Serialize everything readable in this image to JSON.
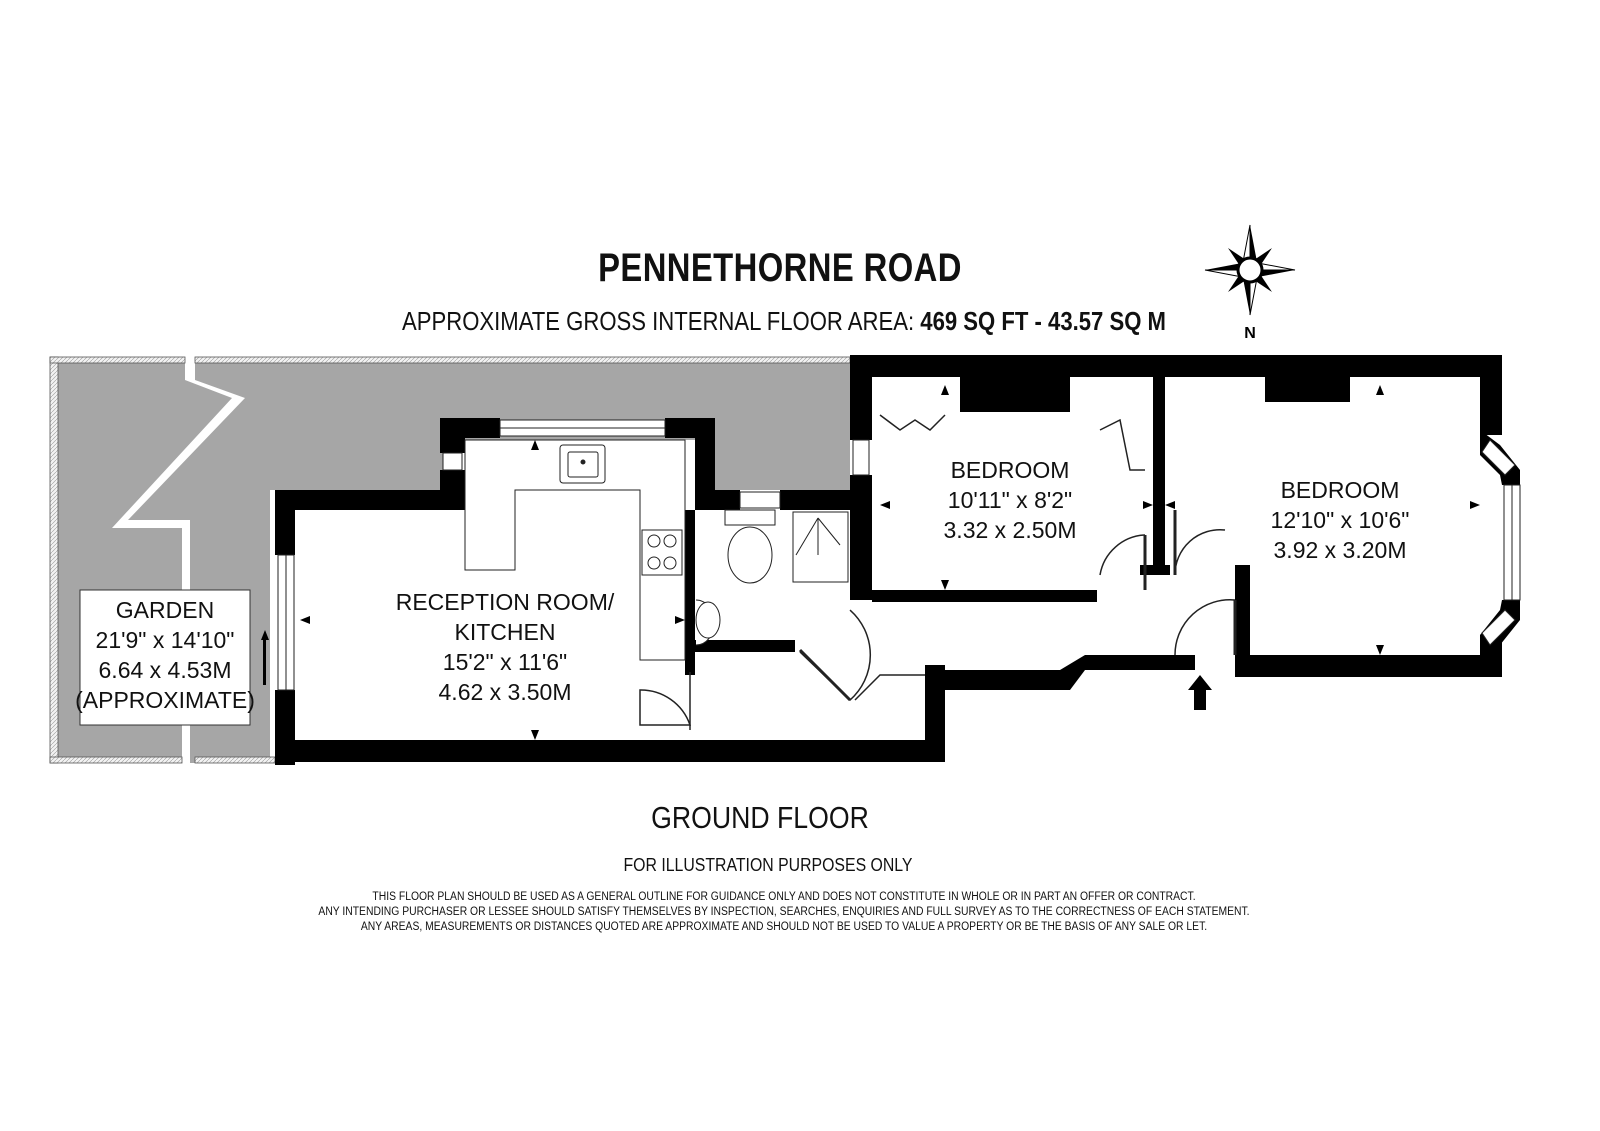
{
  "header": {
    "title": "PENNETHORNE ROAD",
    "area_label": "APPROXIMATE GROSS INTERNAL FLOOR AREA:",
    "area_sqft": "469 SQ FT",
    "area_separator": "-",
    "area_sqm": "43.57 SQ M"
  },
  "compass": {
    "letter": "N"
  },
  "rooms": {
    "garden": {
      "name": "GARDEN",
      "imperial": "21'9\" x 14'10\"",
      "metric": "6.64 x 4.53M",
      "note": "(APPROXIMATE)"
    },
    "reception": {
      "name_line1": "RECEPTION ROOM/",
      "name_line2": "KITCHEN",
      "imperial": "15'2\" x 11'6\"",
      "metric": "4.62 x 3.50M"
    },
    "bedroom1": {
      "name": "BEDROOM",
      "imperial": "10'11\" x 8'2\"",
      "metric": "3.32 x 2.50M"
    },
    "bedroom2": {
      "name": "BEDROOM",
      "imperial": "12'10\" x 10'6\"",
      "metric": "3.92 x 3.20M"
    }
  },
  "footer": {
    "floor": "GROUND FLOOR",
    "illustration": "FOR ILLUSTRATION PURPOSES ONLY",
    "disclaimer_lines": [
      "THIS FLOOR PLAN SHOULD BE USED AS A GENERAL OUTLINE FOR GUIDANCE ONLY AND DOES NOT CONSTITUTE IN WHOLE OR IN PART AN OFFER OR CONTRACT.",
      "ANY INTENDING PURCHASER OR LESSEE SHOULD SATISFY THEMSELVES BY INSPECTION, SEARCHES, ENQUIRIES AND FULL SURVEY AS TO THE CORRECTNESS OF EACH STATEMENT.",
      "ANY AREAS, MEASUREMENTS OR DISTANCES QUOTED ARE APPROXIMATE AND SHOULD NOT BE USED TO VALUE A PROPERTY OR BE THE BASIS OF ANY SALE OR LET."
    ]
  }
}
